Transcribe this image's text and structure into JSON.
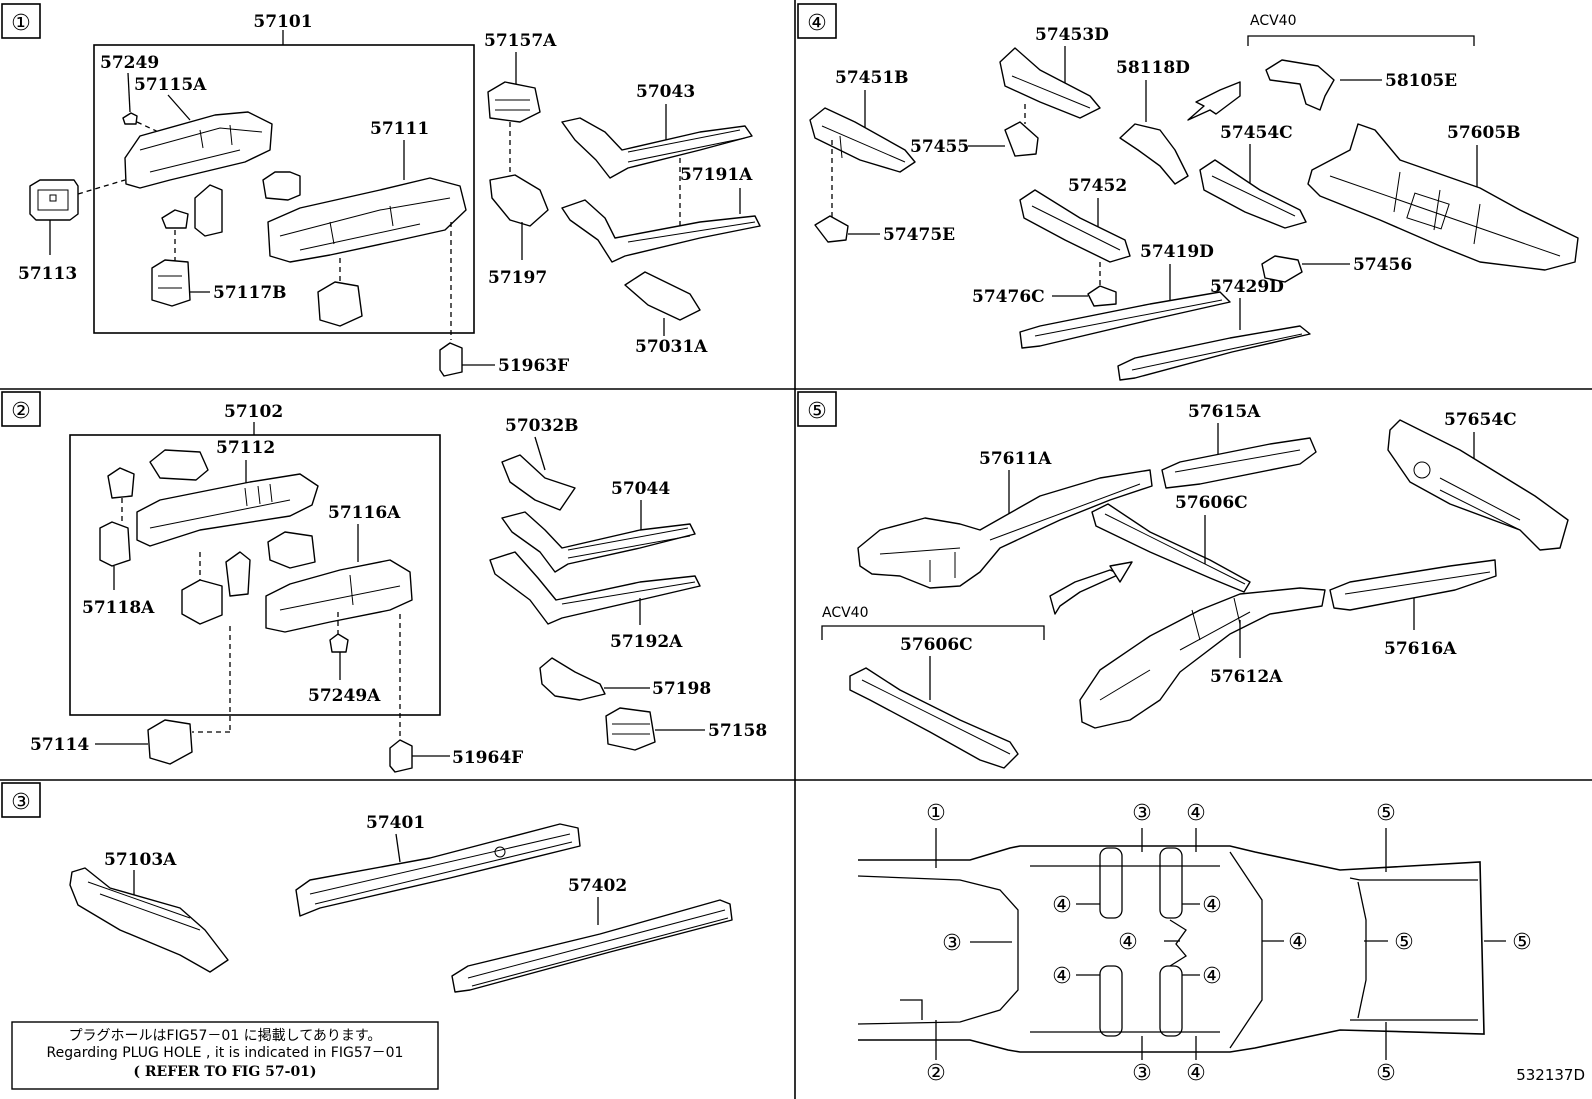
{
  "panels": [
    {
      "marker": "①"
    },
    {
      "marker": "②"
    },
    {
      "marker": "③"
    },
    {
      "marker": "④"
    },
    {
      "marker": "⑤"
    }
  ],
  "panel1": {
    "a": "57101",
    "b": "57249",
    "c": "57115A",
    "d": "57113",
    "e": "57117B",
    "f": "57111",
    "g": "51963F",
    "h": "57157A",
    "i": "57197",
    "j": "57043",
    "k": "57191A",
    "l": "57031A"
  },
  "panel2": {
    "a": "57102",
    "b": "57112",
    "c": "57118A",
    "d": "57116A",
    "e": "57249A",
    "f": "57114",
    "g": "51964F",
    "h": "57032B",
    "i": "57044",
    "j": "57192A",
    "k": "57198",
    "l": "57158"
  },
  "panel3": {
    "a": "57103A",
    "b": "57401",
    "c": "57402"
  },
  "panel4": {
    "acv": "ACV40",
    "a": "57451B",
    "b": "57475E",
    "c": "57453D",
    "d": "57455",
    "e": "58118D",
    "f": "58105E",
    "g": "57454C",
    "h": "57452",
    "i": "57476C",
    "j": "57419D",
    "k": "57429D",
    "l": "57456",
    "m": "57605B"
  },
  "panel5": {
    "acv": "ACV40",
    "a": "57615A",
    "b": "57654C",
    "c": "57611A",
    "d": "57606C",
    "e": "57612A",
    "f": "57616A",
    "g": "57606C"
  },
  "index": {
    "m1": "①",
    "m2": "②",
    "m3": "③",
    "m4": "④",
    "m5": "⑤"
  },
  "note": {
    "line1": "プラグホールはFIG57－01 に掲載してあります。",
    "line2": "Regarding PLUG HOLE , it is indicated in FIG57－01",
    "line3": "( REFER TO FIG 57-01)"
  },
  "figure_code": "532137D"
}
